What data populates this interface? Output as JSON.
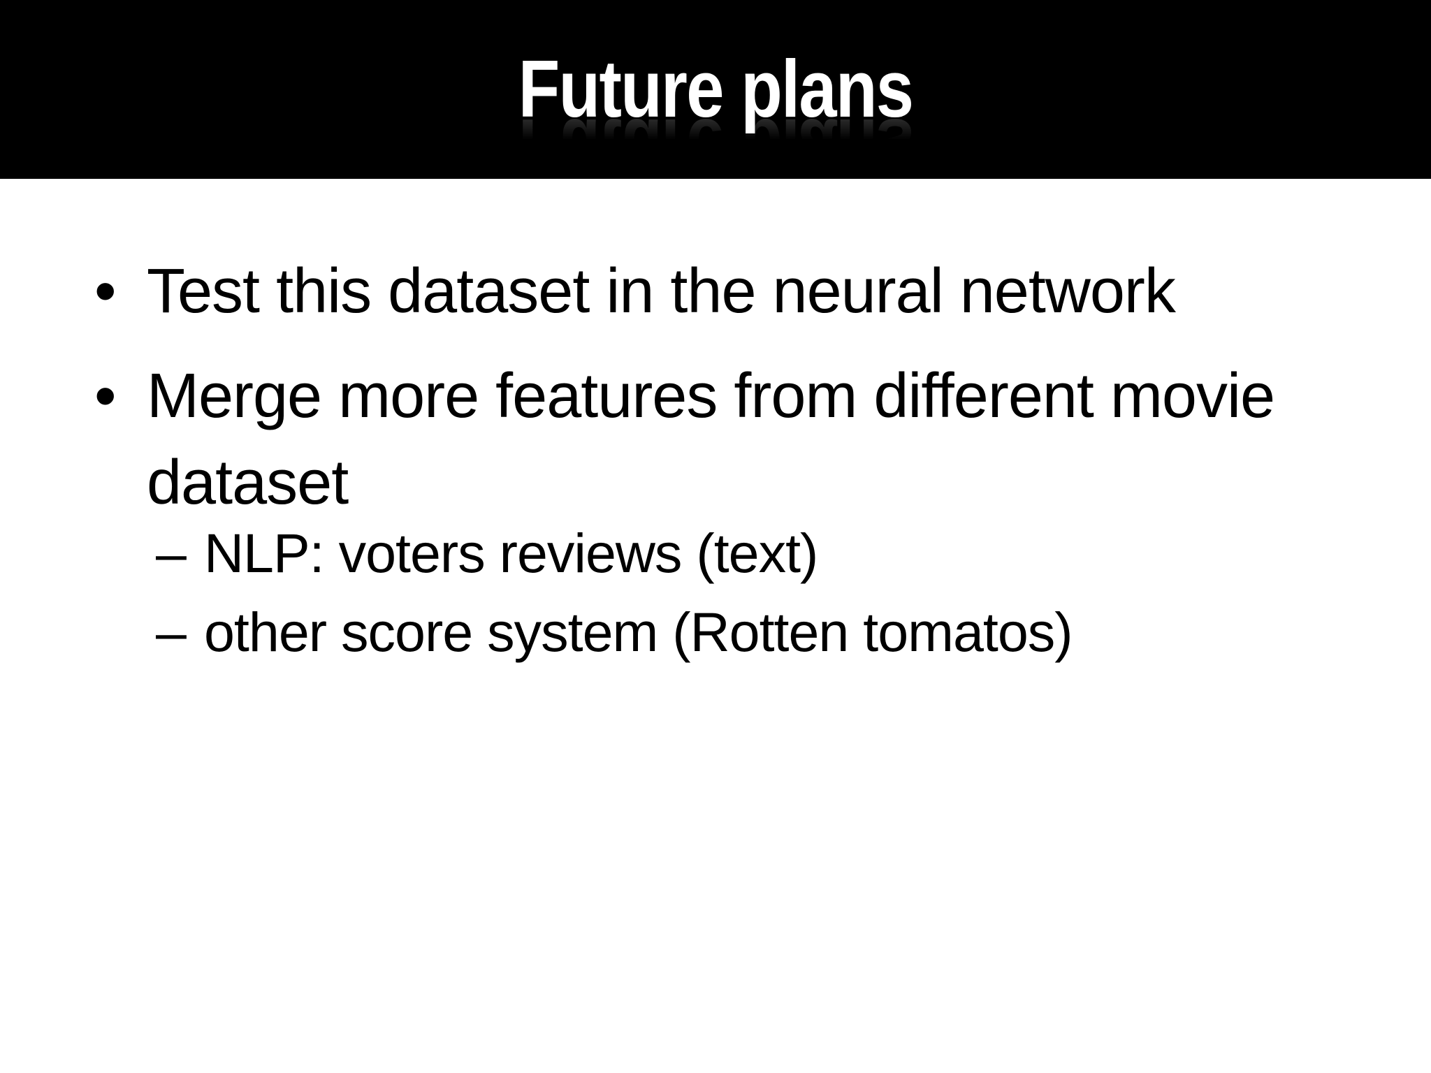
{
  "slide": {
    "title": "Future plans",
    "list": {
      "bullet_char": "•",
      "sub_bullet_char": "–",
      "items": [
        {
          "level": 1,
          "text": "Test this dataset in the neural network"
        },
        {
          "level": 1,
          "text": "Merge more features from different movie dataset"
        },
        {
          "level": 2,
          "text": "NLP: voters reviews (text)"
        },
        {
          "level": 2,
          "text": "other score system (Rotten tomatos)"
        }
      ]
    },
    "colors": {
      "header_bg": "#000000",
      "title_text": "#ffffff",
      "body_bg": "#ffffff",
      "body_text": "#000000"
    }
  }
}
